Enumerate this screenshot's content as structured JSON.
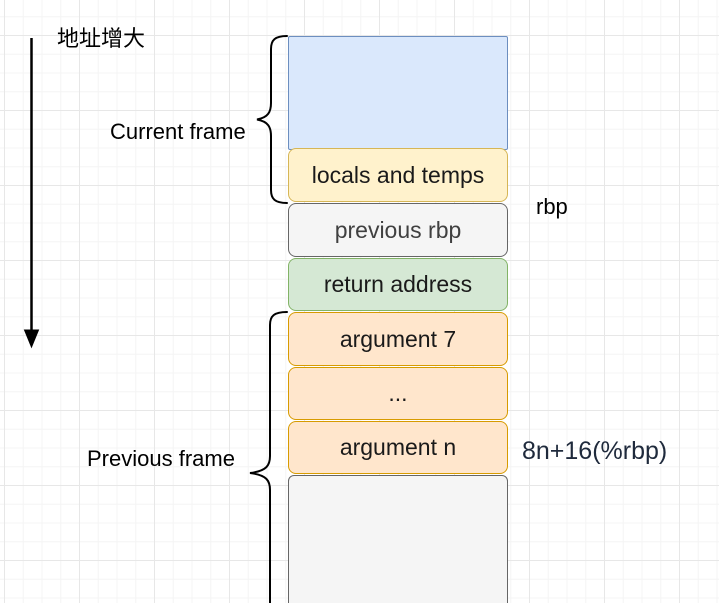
{
  "diagram": {
    "address_arrow_label": "地址增大",
    "frame_labels": {
      "current": "Current frame",
      "previous": "Previous frame"
    },
    "pointer_labels": {
      "rbp": "rbp",
      "arg_n_offset": "8n+16(%rbp)"
    },
    "stack_boxes": [
      {
        "name": "current-frame-top",
        "label": "",
        "fill": "#dae8fc",
        "border": "#6c8ebf",
        "text": "#000000"
      },
      {
        "name": "locals-and-temps",
        "label": "locals and temps",
        "fill": "#fff2cc",
        "border": "#d6b656",
        "text": "#1a1a1a"
      },
      {
        "name": "previous-rbp",
        "label": "previous rbp",
        "fill": "#f5f5f5",
        "border": "#666666",
        "text": "#404040"
      },
      {
        "name": "return-address",
        "label": "return address",
        "fill": "#d5e8d4",
        "border": "#82b366",
        "text": "#1a1a1a"
      },
      {
        "name": "argument-7",
        "label": "argument 7",
        "fill": "#ffe6cc",
        "border": "#d79b00",
        "text": "#1a1a1a"
      },
      {
        "name": "argument-ellipsis",
        "label": "...",
        "fill": "#ffe6cc",
        "border": "#d79b00",
        "text": "#1a1a1a"
      },
      {
        "name": "argument-n",
        "label": "argument n",
        "fill": "#ffe6cc",
        "border": "#d79b00",
        "text": "#1a1a1a"
      },
      {
        "name": "previous-frame-body",
        "label": "",
        "fill": "#f5f5f5",
        "border": "#666666",
        "text": "#1a1a1a"
      }
    ],
    "colors": {
      "arrow": "#000000",
      "brace": "#000000",
      "offset_label_text": "#1f2a3c",
      "grid_minor": "#f4f4f4",
      "grid_major": "#e7e7e7",
      "background": "#ffffff"
    }
  }
}
